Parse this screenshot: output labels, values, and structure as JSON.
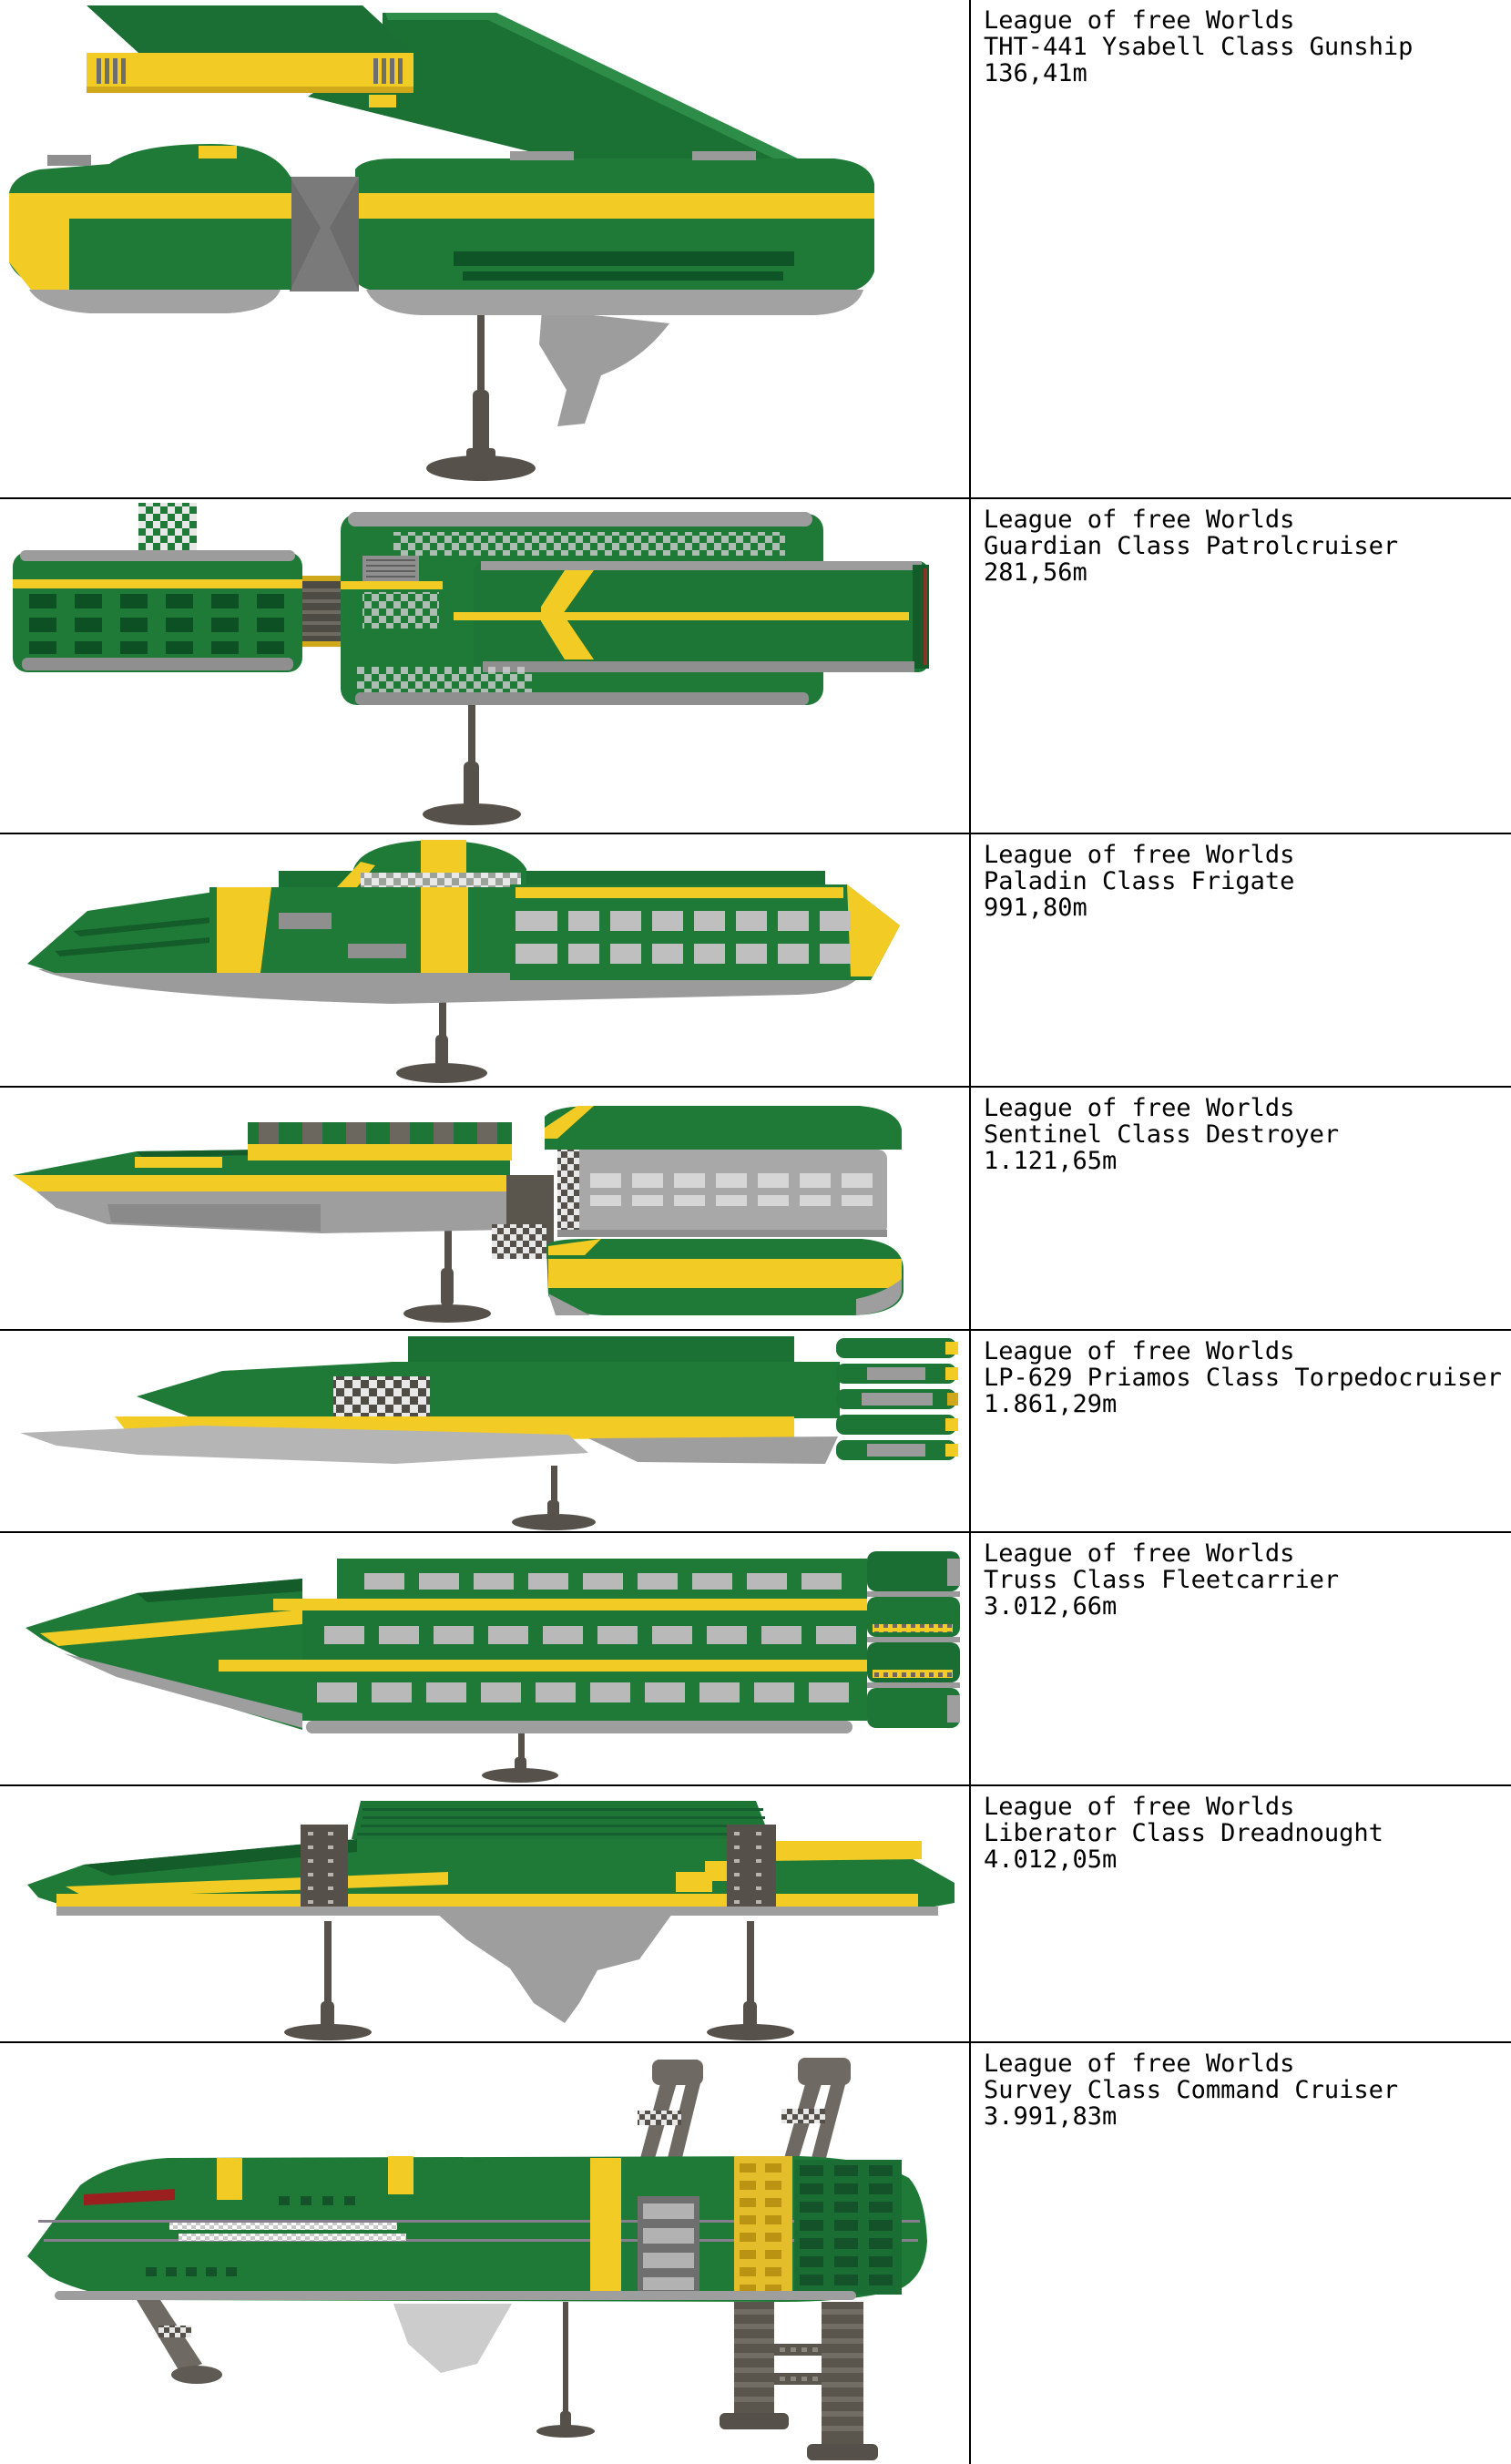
{
  "fleet": {
    "rows": [
      {
        "faction": "League of free Worlds",
        "ship_class": "THT-441 Ysabell Class Gunship",
        "length": "136,41m"
      },
      {
        "faction": "League of free Worlds",
        "ship_class": "Guardian Class Patrolcruiser",
        "length": "281,56m"
      },
      {
        "faction": "League of free Worlds",
        "ship_class": "Paladin Class Frigate",
        "length": "991,80m"
      },
      {
        "faction": "League of free Worlds",
        "ship_class": "Sentinel Class Destroyer",
        "length": "1.121,65m"
      },
      {
        "faction": "League of free Worlds",
        "ship_class": "LP-629 Priamos Class Torpedocruiser",
        "length": "1.861,29m"
      },
      {
        "faction": "League of free Worlds",
        "ship_class": "Truss Class Fleetcarrier",
        "length": "3.012,66m"
      },
      {
        "faction": "League of free Worlds",
        "ship_class": "Liberator Class Dreadnought",
        "length": "4.012,05m"
      },
      {
        "faction": "League of free Worlds",
        "ship_class": "Survey Class Command Cruiser",
        "length": "3.991,83m"
      }
    ],
    "colors": {
      "hull_green": "#1f7a38",
      "hull_green_dark": "#155c2b",
      "accent_yellow": "#f2cc25",
      "hull_gray": "#9e9e9e",
      "stand_gray": "#56524b",
      "marking_red": "#9b1f1f",
      "background": "#ffffff",
      "grid_line": "#000000"
    }
  }
}
